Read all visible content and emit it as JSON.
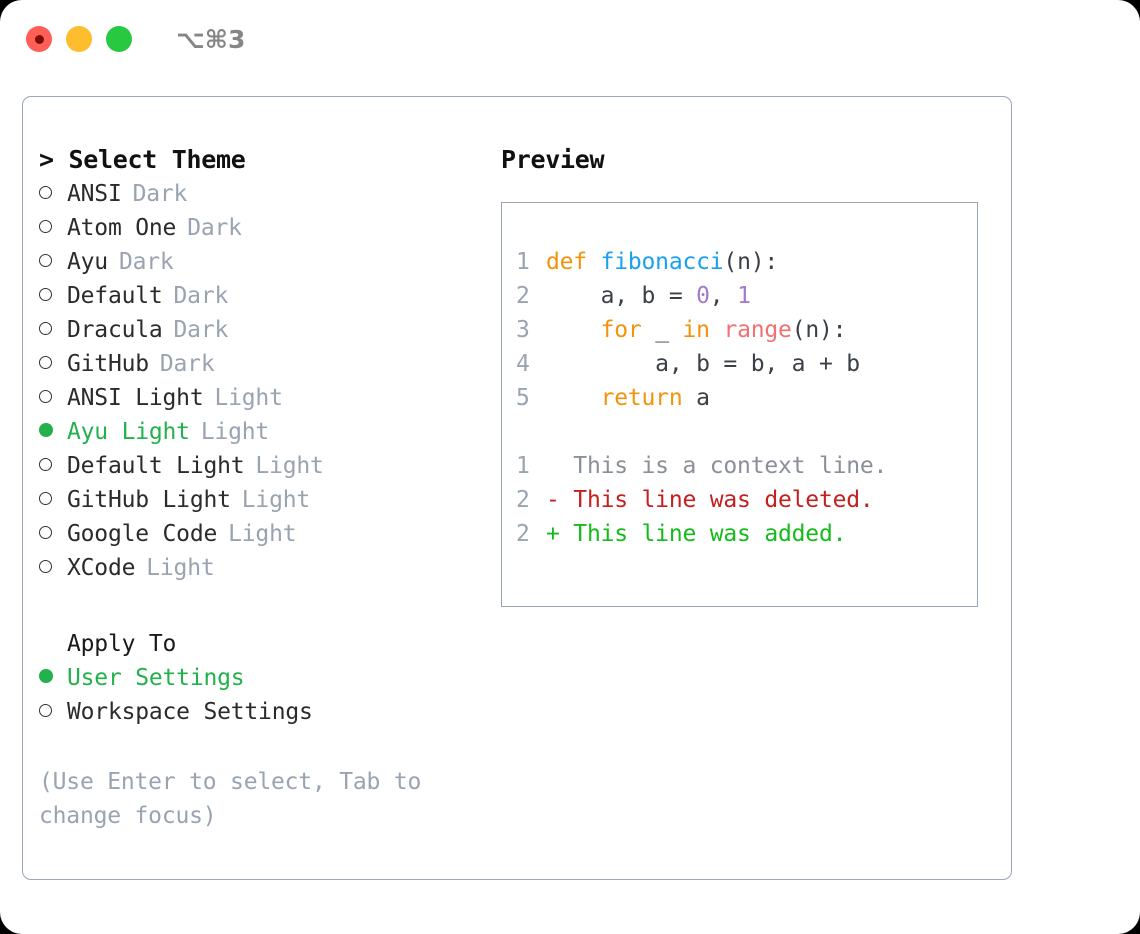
{
  "titlebar": {
    "shortcut": "⌥⌘3",
    "lights": [
      "close",
      "minimize",
      "zoom"
    ]
  },
  "theme_picker": {
    "header": "> Select Theme",
    "items": [
      {
        "label": "ANSI",
        "tag": "Dark",
        "selected": false
      },
      {
        "label": "Atom One",
        "tag": "Dark",
        "selected": false
      },
      {
        "label": "Ayu",
        "tag": "Dark",
        "selected": false
      },
      {
        "label": "Default",
        "tag": "Dark",
        "selected": false
      },
      {
        "label": "Dracula",
        "tag": "Dark",
        "selected": false
      },
      {
        "label": "GitHub",
        "tag": "Dark",
        "selected": false
      },
      {
        "label": "ANSI Light",
        "tag": "Light",
        "selected": false
      },
      {
        "label": "Ayu Light",
        "tag": "Light",
        "selected": true
      },
      {
        "label": "Default Light",
        "tag": "Light",
        "selected": false
      },
      {
        "label": "GitHub Light",
        "tag": "Light",
        "selected": false
      },
      {
        "label": "Google Code",
        "tag": "Light",
        "selected": false
      },
      {
        "label": "XCode",
        "tag": "Light",
        "selected": false
      }
    ]
  },
  "apply_to": {
    "header": "Apply To",
    "items": [
      {
        "label": "User Settings",
        "selected": true
      },
      {
        "label": "Workspace Settings",
        "selected": false
      }
    ]
  },
  "hint": "(Use Enter to select, Tab to change focus)",
  "preview": {
    "header": "Preview",
    "code": [
      {
        "ln": "1",
        "tokens": [
          {
            "t": "def ",
            "c": "kw"
          },
          {
            "t": "fibonacci",
            "c": "fn"
          },
          {
            "t": "(n):",
            "c": "txt"
          }
        ]
      },
      {
        "ln": "2",
        "tokens": [
          {
            "t": "    a, b = ",
            "c": "txt"
          },
          {
            "t": "0",
            "c": "num"
          },
          {
            "t": ", ",
            "c": "txt"
          },
          {
            "t": "1",
            "c": "num"
          }
        ]
      },
      {
        "ln": "3",
        "tokens": [
          {
            "t": "    ",
            "c": "txt"
          },
          {
            "t": "for",
            "c": "kw"
          },
          {
            "t": " _ ",
            "c": "txt"
          },
          {
            "t": "in",
            "c": "kw"
          },
          {
            "t": " ",
            "c": "txt"
          },
          {
            "t": "range",
            "c": "bi"
          },
          {
            "t": "(n):",
            "c": "txt"
          }
        ]
      },
      {
        "ln": "4",
        "tokens": [
          {
            "t": "        a, b = b, a + b",
            "c": "txt"
          }
        ]
      },
      {
        "ln": "5",
        "tokens": [
          {
            "t": "    ",
            "c": "txt"
          },
          {
            "t": "return",
            "c": "kw"
          },
          {
            "t": " a",
            "c": "txt"
          }
        ]
      }
    ],
    "diff": [
      {
        "ln": "1",
        "text": "  This is a context line.",
        "kind": "d-ctx"
      },
      {
        "ln": "2",
        "text": "- This line was deleted.",
        "kind": "d-del"
      },
      {
        "ln": "2",
        "text": "+ This line was added.",
        "kind": "d-add"
      }
    ]
  },
  "colors": {
    "accent_green": "#22b14c",
    "muted": "#9aa3b0",
    "keyword": "#f2930d",
    "function": "#1ba0f0",
    "number": "#a37acc",
    "builtin": "#f07171",
    "diff_delete": "#c32020",
    "diff_add": "#15bb1a",
    "border": "#9aa5b5"
  }
}
